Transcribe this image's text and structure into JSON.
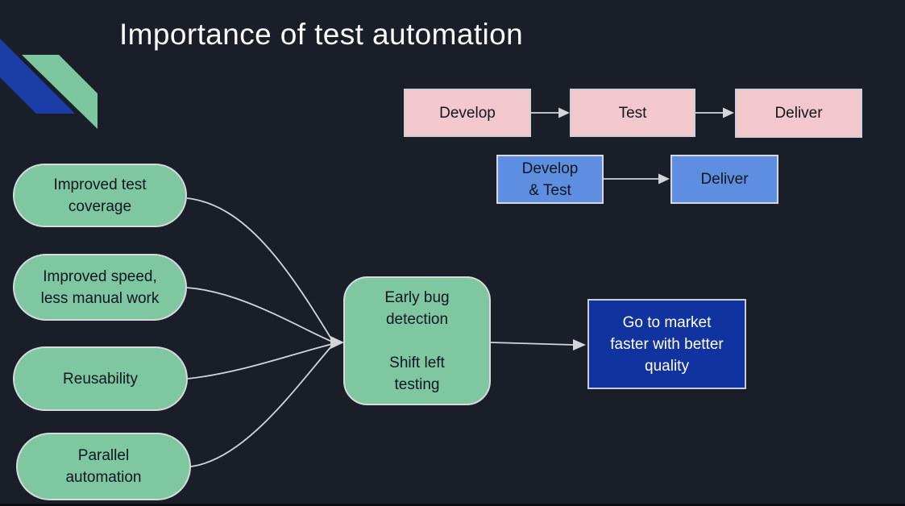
{
  "slide": {
    "title": "Importance of test automation"
  },
  "colors": {
    "background": "#191e29",
    "title_text": "#fafafa",
    "manual_step_fill": "#f2c8cd",
    "combined_step_fill": "#5e8edf",
    "benefit_fill": "#7ec7a1",
    "hub_fill": "#7ec7a1",
    "outcome_fill": "#1133a0",
    "logo_blue": "#1a3da8",
    "logo_green": "#7cc79f",
    "connector_line": "#d2d5d9",
    "dark_text": "#10161f",
    "light_text": "#ffffff"
  },
  "manual_flow": {
    "steps": [
      "Develop",
      "Test",
      "Deliver"
    ]
  },
  "combined_flow": {
    "steps": [
      {
        "lines": [
          "Develop",
          "& Test"
        ]
      },
      {
        "lines": [
          "Deliver"
        ]
      }
    ]
  },
  "benefits": [
    {
      "lines": [
        "Improved test",
        "coverage"
      ]
    },
    {
      "lines": [
        "Improved speed,",
        "less manual work"
      ]
    },
    {
      "lines": [
        "Reusability"
      ]
    },
    {
      "lines": [
        "Parallel",
        "automation"
      ]
    }
  ],
  "hub": {
    "lines": [
      "Early bug detection",
      "Shift left testing"
    ]
  },
  "outcome": {
    "text": "Go to market faster with better quality"
  }
}
